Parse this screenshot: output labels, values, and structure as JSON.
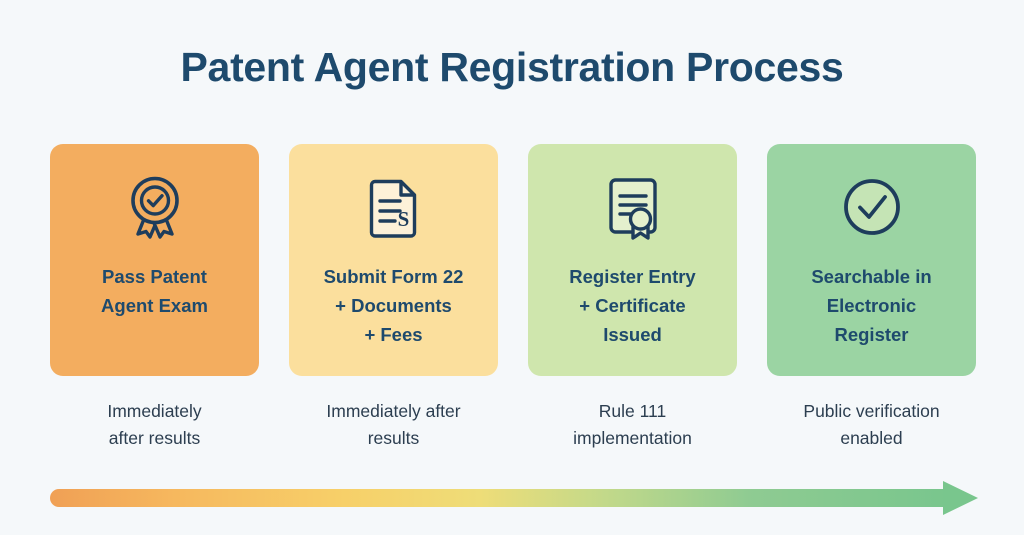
{
  "header": {
    "title": "Patent Agent Registration Process"
  },
  "colors": {
    "background": "#f5f8fa",
    "title_text": "#1e4a6d",
    "card_text": "#1e4a6d",
    "caption_text": "#2c3e50",
    "icon_stroke": "#1e3d5c",
    "card1_bg": "#f3ad5f",
    "card2_bg": "#fbdf9d",
    "card3_bg": "#cfe6ad",
    "card4_bg": "#9bd4a3",
    "arrow_start": "#f0a055",
    "arrow_mid": "#f0d870",
    "arrow_end": "#79c68d"
  },
  "steps": [
    {
      "label": "Pass Patent\nAgent Exam",
      "caption": "Immediately\nafter results",
      "icon": "award-badge-icon",
      "bg": "#f3ad5f",
      "icon_fill": "#f3ad5f"
    },
    {
      "label": "Submit Form 22\n+ Documents\n+ Fees",
      "caption": "Immediately after\nresults",
      "icon": "document-fee-icon",
      "bg": "#fbdf9d",
      "icon_fill": "#fdf1d8"
    },
    {
      "label": "Register Entry\n+ Certificate\nIssued",
      "caption": "Rule 111\nimplementation",
      "icon": "certificate-seal-icon",
      "bg": "#cfe6ad",
      "icon_fill": "#e4f0cd"
    },
    {
      "label": "Searchable in\nElectronic\nRegister",
      "caption": "Public verification\nenabled",
      "icon": "check-circle-icon",
      "bg": "#9bd4a3",
      "icon_fill": "#c5e4b5"
    }
  ],
  "progress_arrow": {
    "name": "process-flow-arrow",
    "direction": "left-to-right"
  }
}
